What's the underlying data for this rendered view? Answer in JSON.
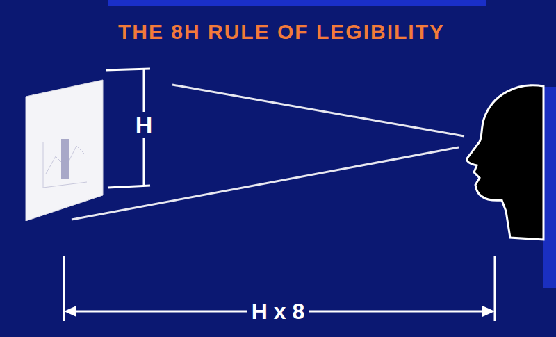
{
  "diagram": {
    "title": "THE 8H RULE OF LEGIBILITY",
    "labels": [
      "H",
      "H x 8"
    ]
  }
}
